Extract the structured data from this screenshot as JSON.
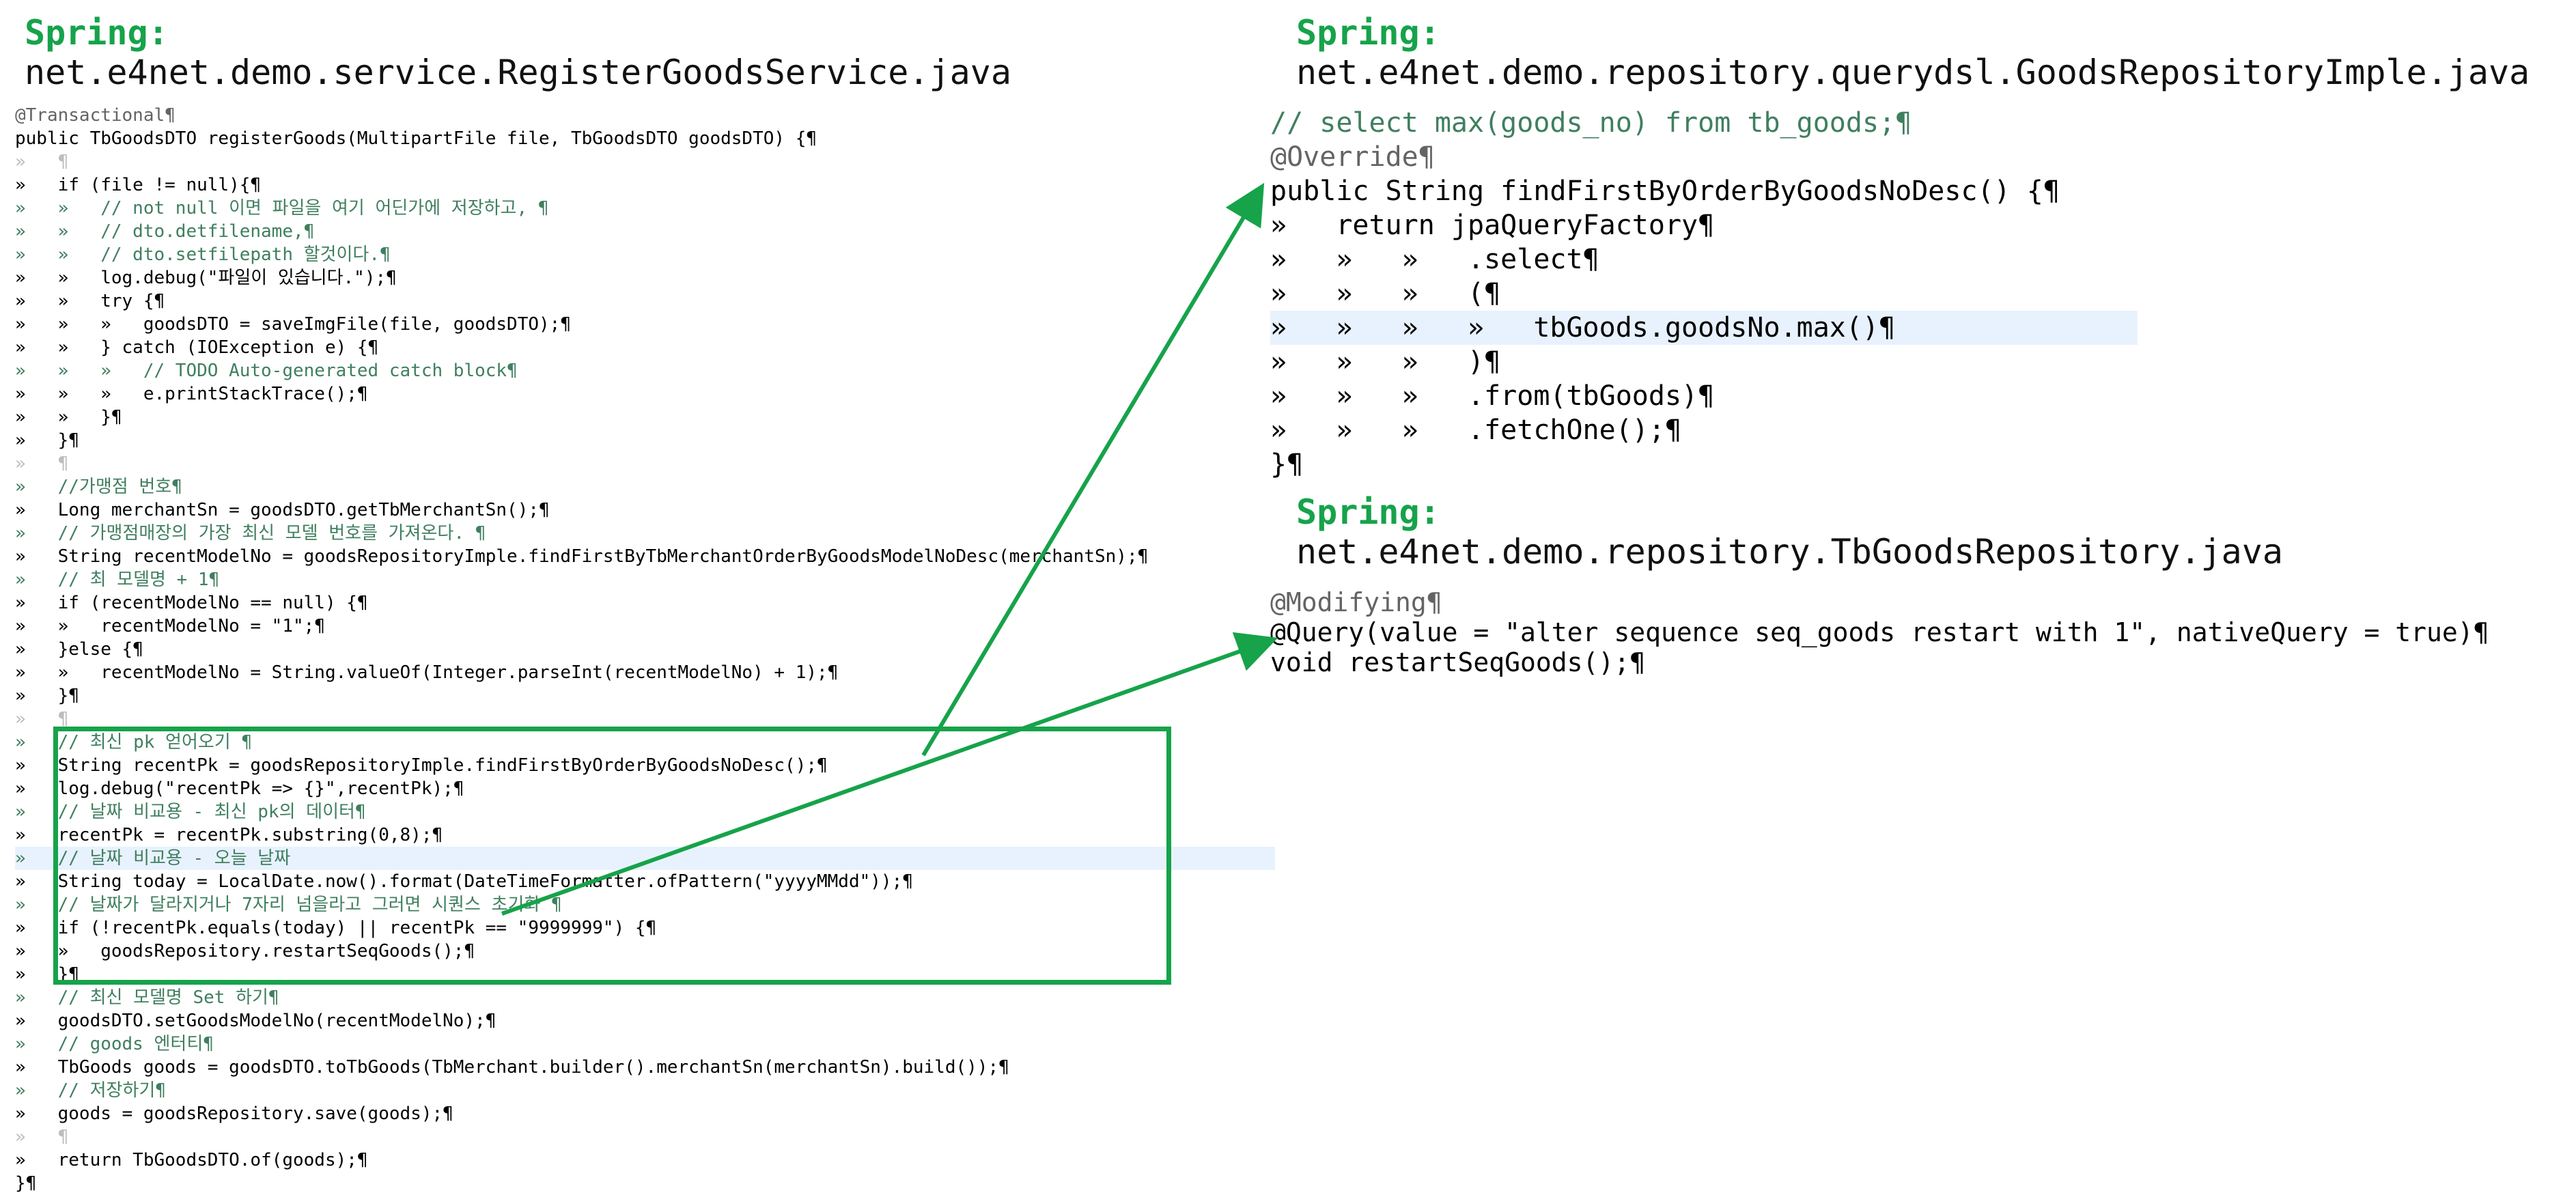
{
  "colors": {
    "accent_green": "#16a34a",
    "keyword": "#7f0055",
    "comment": "#3f7f5f",
    "string": "#2a00ff",
    "annotation": "#646464",
    "field": "#0000c0",
    "local_var": "#6a3e3e",
    "current_line": "#e8f2fe"
  },
  "panels": {
    "left": {
      "label": "Spring:",
      "file": "net.e4net.demo.service.RegisterGoodsService.java"
    },
    "right1": {
      "label": "Spring:",
      "file": "net.e4net.demo.repository.querydsl.GoodsRepositoryImple.java"
    },
    "right2": {
      "label": "Spring:",
      "file": "net.e4net.demo.repository.TbGoodsRepository.java"
    }
  },
  "code": {
    "left": [
      {
        "t": "@Transactional¶",
        "cls": "an"
      },
      {
        "t": "public TbGoodsDTO registerGoods(MultipartFile file, TbGoodsDTO goodsDTO) {¶"
      },
      {
        "t": "»   ¶",
        "ws": true
      },
      {
        "t": "»   if (file != null){¶"
      },
      {
        "t": "»   »   // not null 이면 파일을 여기 어딘가에 저장하고, ¶",
        "cls": "cm"
      },
      {
        "t": "»   »   // dto.detfilename,¶",
        "cls": "cm"
      },
      {
        "t": "»   »   // dto.setfilepath 할것이다.¶",
        "cls": "cm"
      },
      {
        "t": "»   »   log.debug(\"파일이 있습니다.\");¶"
      },
      {
        "t": "»   »   try {¶"
      },
      {
        "t": "»   »   »   goodsDTO = saveImgFile(file, goodsDTO);¶"
      },
      {
        "t": "»   »   } catch (IOException e) {¶"
      },
      {
        "t": "»   »   »   // TODO Auto-generated catch block¶",
        "cls": "cm"
      },
      {
        "t": "»   »   »   e.printStackTrace();¶"
      },
      {
        "t": "»   »   }¶"
      },
      {
        "t": "»   }¶"
      },
      {
        "t": "»   ¶",
        "ws": true
      },
      {
        "t": "»   //가맹점 번호¶",
        "cls": "cm"
      },
      {
        "t": "»   Long merchantSn = goodsDTO.getTbMerchantSn();¶"
      },
      {
        "t": "»   // 가맹점매장의 가장 최신 모델 번호를 가져온다. ¶",
        "cls": "cm"
      },
      {
        "t": "»   String recentModelNo = goodsRepositoryImple.findFirstByTbMerchantOrderByGoodsModelNoDesc(merchantSn);¶"
      },
      {
        "t": "»   // 최 모델명 + 1¶",
        "cls": "cm"
      },
      {
        "t": "»   if (recentModelNo == null) {¶"
      },
      {
        "t": "»   »   recentModelNo = \"1\";¶"
      },
      {
        "t": "»   }else {¶"
      },
      {
        "t": "»   »   recentModelNo = String.valueOf(Integer.parseInt(recentModelNo) + 1);¶"
      },
      {
        "t": "»   }¶"
      },
      {
        "t": "»   ¶",
        "ws": true
      },
      {
        "t": "»   // 최신 pk 얻어오기 ¶",
        "cls": "cm"
      },
      {
        "t": "»   String recentPk = goodsRepositoryImple.findFirstByOrderByGoodsNoDesc();¶"
      },
      {
        "t": "»   log.debug(\"recentPk => {}\",recentPk);¶"
      },
      {
        "t": "»   // 날짜 비교용 - 최신 pk의 데이터¶",
        "cls": "cm"
      },
      {
        "t": "»   recentPk = recentPk.substring(0,8);¶"
      },
      {
        "t": "»   // 날짜 비교용 - 오늘 날짜",
        "cls": "cm",
        "hl": true
      },
      {
        "t": "»   String today = LocalDate.now().format(DateTimeFormatter.ofPattern(\"yyyyMMdd\"));¶"
      },
      {
        "t": "»   // 날짜가 달라지거나 7자리 넘을라고 그러면 시퀀스 초기화 ¶",
        "cls": "cm"
      },
      {
        "t": "»   if (!recentPk.equals(today) || recentPk == \"9999999\") {¶"
      },
      {
        "t": "»   »   goodsRepository.restartSeqGoods();¶"
      },
      {
        "t": "»   }¶"
      },
      {
        "t": "»   // 최신 모델명 Set 하기¶",
        "cls": "cm"
      },
      {
        "t": "»   goodsDTO.setGoodsModelNo(recentModelNo);¶"
      },
      {
        "t": "»   // goods 엔터티¶",
        "cls": "cm"
      },
      {
        "t": "»   TbGoods goods = goodsDTO.toTbGoods(TbMerchant.builder().merchantSn(merchantSn).build());¶"
      },
      {
        "t": "»   // 저장하기¶",
        "cls": "cm"
      },
      {
        "t": "»   goods = goodsRepository.save(goods);¶"
      },
      {
        "t": "»   ¶",
        "ws": true
      },
      {
        "t": "»   return TbGoodsDTO.of(goods);¶"
      },
      {
        "t": "}¶"
      }
    ],
    "right1": [
      {
        "t": "// select max(goods_no) from tb_goods;¶",
        "cls": "cm"
      },
      {
        "t": "@Override¶",
        "cls": "an"
      },
      {
        "t": "public String findFirstByOrderByGoodsNoDesc() {¶"
      },
      {
        "t": "»   return jpaQueryFactory¶"
      },
      {
        "t": "»   »   »   .select¶"
      },
      {
        "t": "»   »   »   (¶"
      },
      {
        "t": "»   »   »   »   tbGoods.goodsNo.max()¶",
        "hl": true
      },
      {
        "t": "»   »   »   )¶"
      },
      {
        "t": "»   »   »   .from(tbGoods)¶"
      },
      {
        "t": "»   »   »   .fetchOne();¶"
      },
      {
        "t": "}¶"
      }
    ],
    "right2": [
      {
        "t": "@Modifying¶",
        "cls": "an"
      },
      {
        "t": "@Query(value = \"alter sequence seq_goods restart with 1\", nativeQuery = true)¶"
      },
      {
        "t": "void restartSeqGoods();¶"
      }
    ]
  }
}
